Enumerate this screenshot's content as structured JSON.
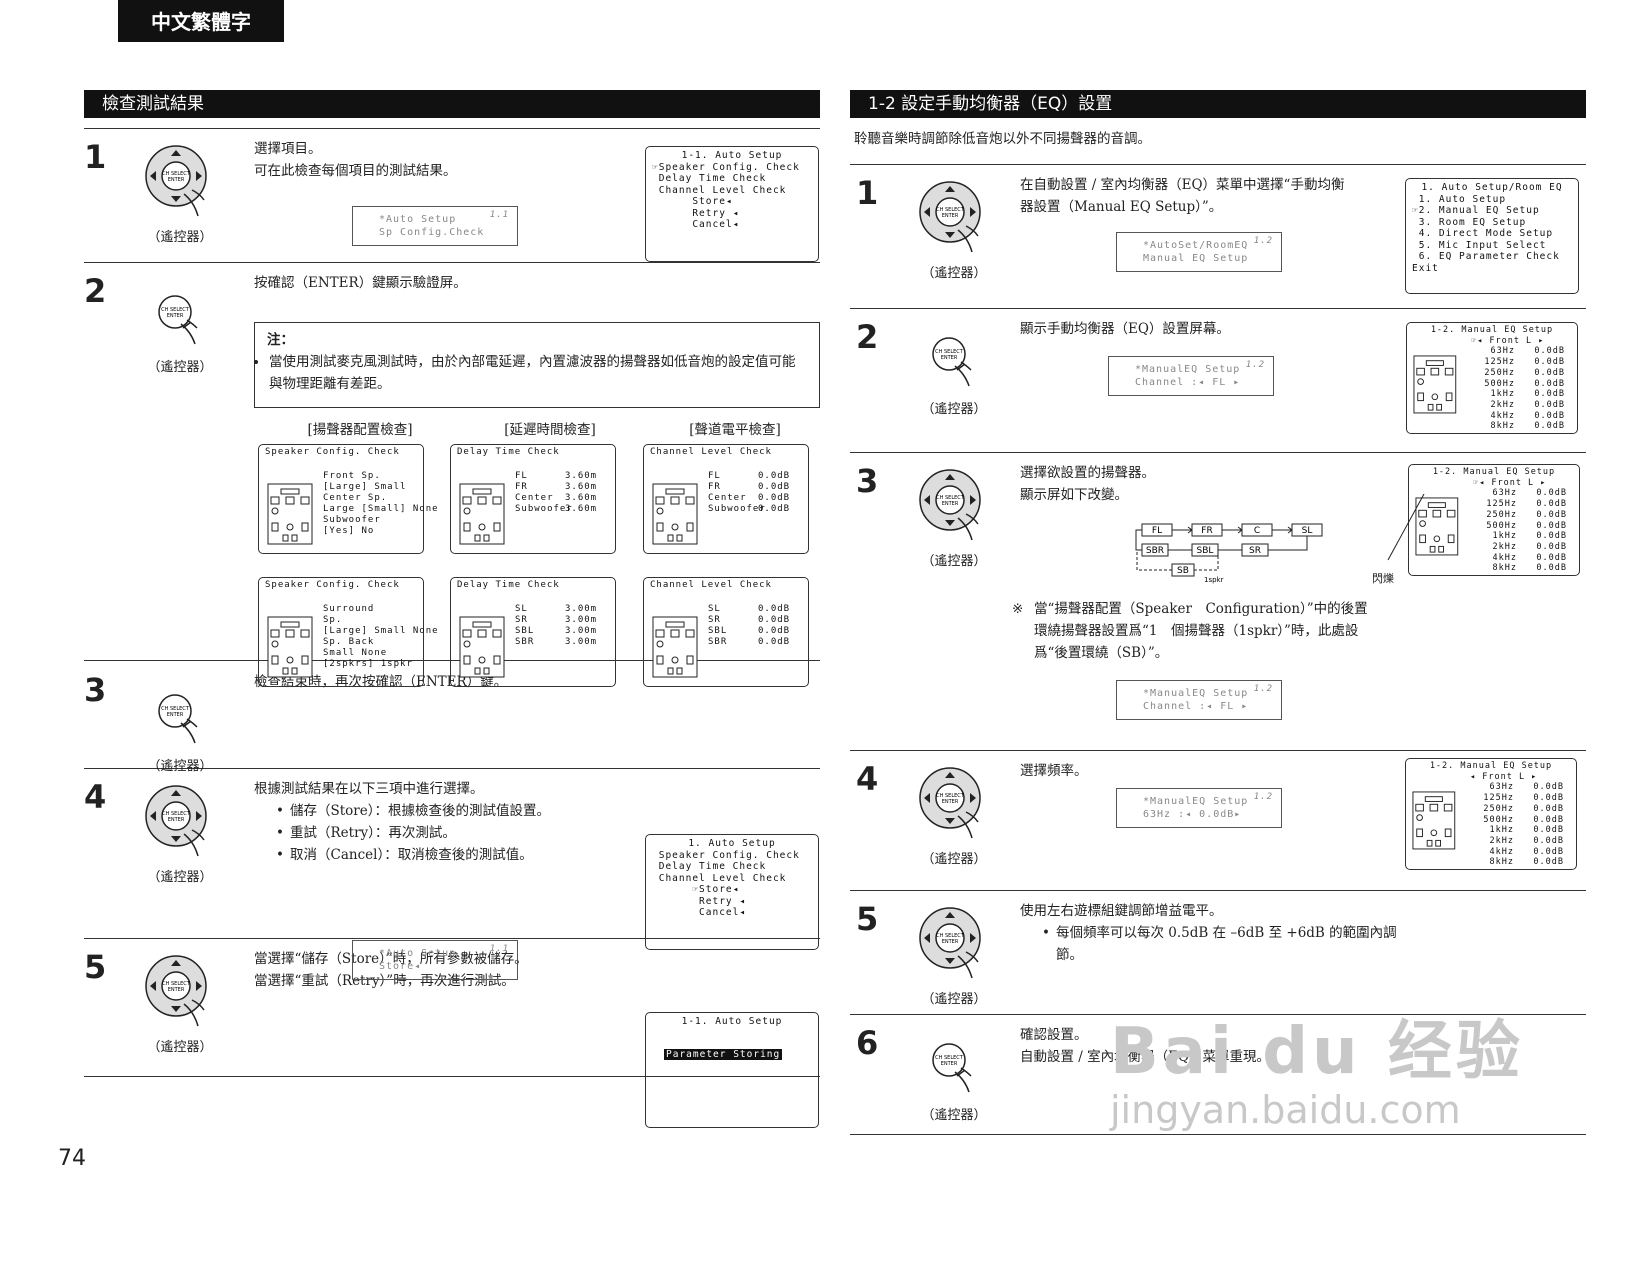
{
  "header_tag": "中文繁體字",
  "page_number": "74",
  "watermark": {
    "brand": "Bai du 经验",
    "url": "jingyan.baidu.com"
  },
  "remote_label": "（遙控器）",
  "left": {
    "title": "檢查測試結果",
    "steps": [
      {
        "num": "1",
        "text": [
          "選擇項目。",
          "可在此檢查每個項目的測試結果。"
        ],
        "lcd": {
          "no": "1.1",
          "lines": [
            "*Auto Setup",
            "Sp Config.Check"
          ]
        },
        "osd": {
          "title": "1-1. Auto Setup",
          "lines": [
            "☞Speaker Config. Check",
            " Delay Time Check",
            " Channel Level Check",
            "",
            "      Store◂",
            "      Retry ◂",
            "      Cancel◂"
          ]
        }
      },
      {
        "num": "2",
        "text": [
          "按確認（ENTER）鍵顯示驗證屏。"
        ],
        "note": {
          "title": "注：",
          "body": "當使用測試麥克風測試時，由於內部電延遲，內置濾波器的揚聲器如低音炮的設定值可能與物理距離有差距。"
        },
        "captions": [
          "[揚聲器配置檢查]",
          "[延遲時間檢查]",
          "[聲道電平檢查]"
        ],
        "screens": [
          {
            "title": "Speaker Config. Check",
            "lines": [
              "Front Sp.",
              "[Large] Small",
              "Center Sp.",
              "Large [Small] None",
              "Subwoofer",
              "[Yes] No"
            ]
          },
          {
            "title": "Delay Time Check",
            "rows": [
              [
                "FL",
                "3.60m"
              ],
              [
                "FR",
                "3.60m"
              ],
              [
                "Center",
                "3.60m"
              ],
              [
                "Subwoofer",
                "3.60m"
              ]
            ]
          },
          {
            "title": "Channel Level Check",
            "rows": [
              [
                "FL",
                "0.0dB"
              ],
              [
                "FR",
                "0.0dB"
              ],
              [
                "Center",
                "0.0dB"
              ],
              [
                "Subwoofer",
                "0.0dB"
              ]
            ]
          },
          {
            "title": "Speaker Config. Check",
            "lines": [
              "Surround",
              "Sp.",
              "[Large] Small None",
              "Sp. Back",
              "Small None",
              "[2spkrs] 1spkr"
            ]
          },
          {
            "title": "Delay Time Check",
            "rows": [
              [
                "SL",
                "3.00m"
              ],
              [
                "SR",
                "3.00m"
              ],
              [
                "SBL",
                "3.00m"
              ],
              [
                "SBR",
                "3.00m"
              ]
            ]
          },
          {
            "title": "Channel Level Check",
            "rows": [
              [
                "SL",
                "0.0dB"
              ],
              [
                "SR",
                "0.0dB"
              ],
              [
                "SBL",
                "0.0dB"
              ],
              [
                "SBR",
                "0.0dB"
              ]
            ]
          }
        ]
      },
      {
        "num": "3",
        "text": [
          "檢查結束時，再次按確認（ENTER）鍵。"
        ]
      },
      {
        "num": "4",
        "text": [
          "根據測試結果在以下三項中進行選擇。"
        ],
        "bullets": [
          "儲存（Store）：根據檢查後的測試值設置。",
          "重試（Retry）：再次測試。",
          "取消（Cancel）：取消檢查後的測試值。"
        ],
        "lcd": {
          "no": "1.1",
          "lines": [
            "*Auto Setup",
            "Store◂"
          ]
        },
        "osd": {
          "title": "1. Auto Setup",
          "lines": [
            "",
            " Speaker Config. Check",
            " Delay Time Check",
            " Channel Level Check",
            "",
            "      ☞Store◂",
            "       Retry ◂",
            "       Cancel◂"
          ]
        }
      },
      {
        "num": "5",
        "text": [
          "當選擇“儲存（Store）”時，所有參數被儲存。",
          "當選擇“重試（Retry）”時，再次進行測試。"
        ],
        "osd": {
          "title": "1-1. Auto Setup",
          "highlight": "Parameter Storing"
        }
      }
    ]
  },
  "right": {
    "title": "1-2 設定手動均衡器（EQ）設置",
    "intro": "聆聽音樂時調節除低音炮以外不同揚聲器的音調。",
    "steps": [
      {
        "num": "1",
        "text": [
          "在自動設置 / 室內均衡器（EQ）菜單中選擇“手動均衡",
          "器設置（Manual EQ Setup）”。"
        ],
        "lcd": {
          "no": "1.2",
          "lines": [
            "*AutoSet/RoomEQ",
            "Manual EQ Setup"
          ]
        },
        "osd": {
          "title": "1. Auto Setup/Room EQ",
          "lines": [
            "",
            " 1. Auto Setup",
            "☞2. Manual EQ Setup",
            " 3. Room EQ Setup",
            " 4. Direct Mode Setup",
            " 5. Mic Input Select",
            " 6. EQ Parameter Check",
            "",
            "Exit"
          ]
        }
      },
      {
        "num": "2",
        "text": [
          "顯示手動均衡器（EQ）設置屏幕。"
        ],
        "lcd": {
          "no": "1.2",
          "lines": [
            "*ManualEQ Setup",
            "Channel :◂ FL ▸"
          ]
        },
        "eq": {
          "title": "1-2. Manual EQ Setup",
          "channel": "☞◂ Front L ▸"
        }
      },
      {
        "num": "3",
        "text": [
          "選擇欲設置的揚聲器。",
          "顯示屏如下改變。"
        ],
        "chain": {
          "top": [
            "FL",
            "FR",
            "C",
            "SL"
          ],
          "bottom": [
            "SBR",
            "SBL",
            "SR"
          ],
          "sb": "SB",
          "sb_note": "1spkr"
        },
        "note_mark": "※",
        "note": "當“揚聲器配置（Speaker　Configuration）”中的後置環繞揚聲器設置爲“1　個揚聲器（1spkr）”時，此處設爲“後置環繞（SB）”。",
        "lcd": {
          "no": "1.2",
          "lines": [
            "*ManualEQ Setup",
            "Channel :◂ FL ▸"
          ]
        },
        "eq": {
          "title": "1-2. Manual EQ Setup",
          "channel": "☞◂ Front L ▸"
        },
        "flash_label": "閃爍"
      },
      {
        "num": "4",
        "text": [
          "選擇頻率。"
        ],
        "lcd": {
          "no": "1.2",
          "lines": [
            "*ManualEQ Setup",
            "63Hz :◂ 0.0dB▸"
          ]
        },
        "eq": {
          "title": "1-2. Manual EQ Setup",
          "channel": "◂ Front L ▸"
        }
      },
      {
        "num": "5",
        "text": [
          "使用左右遊標組鍵調節增益電平。"
        ],
        "bullets": [
          "每個頻率可以每次 0.5dB 在 –6dB 至 +6dB 的範圍內調節。"
        ]
      },
      {
        "num": "6",
        "text": [
          "確認設置。",
          "自動設置 / 室內均衡器（EQ）菜單重現。"
        ]
      }
    ],
    "eq_rows": [
      [
        "63Hz",
        "0.0dB"
      ],
      [
        "125Hz",
        "0.0dB"
      ],
      [
        "250Hz",
        "0.0dB"
      ],
      [
        "500Hz",
        "0.0dB"
      ],
      [
        "1kHz",
        "0.0dB"
      ],
      [
        "2kHz",
        "0.0dB"
      ],
      [
        "4kHz",
        "0.0dB"
      ],
      [
        "8kHz",
        "0.0dB"
      ]
    ]
  }
}
